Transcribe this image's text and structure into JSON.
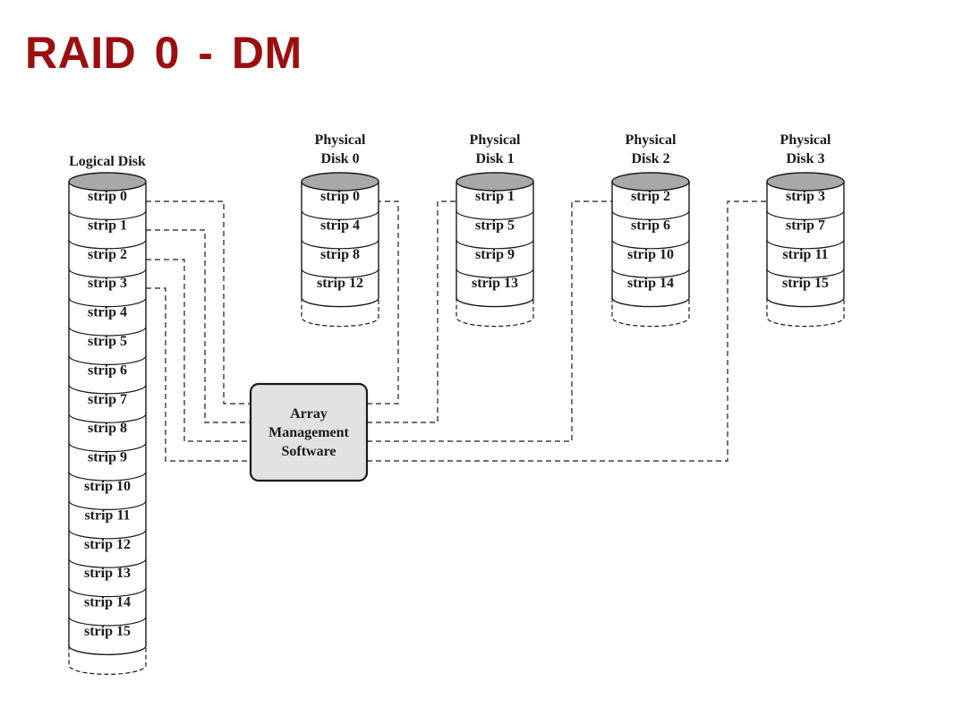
{
  "title": "RAID 0 - DM",
  "colors": {
    "title": "#9b0f0f",
    "cylinder_top": "#a8a8a8",
    "box_fill": "#e2e2e2",
    "stroke": "#1a1a1a"
  },
  "logical_disk": {
    "label": "Logical Disk",
    "strips": [
      "strip 0",
      "strip 1",
      "strip 2",
      "strip 3",
      "strip 4",
      "strip 5",
      "strip 6",
      "strip 7",
      "strip 8",
      "strip 9",
      "strip 10",
      "strip 11",
      "strip 12",
      "strip 13",
      "strip 14",
      "strip 15"
    ]
  },
  "physical_disks": [
    {
      "label_line1": "Physical",
      "label_line2": "Disk 0",
      "strips": [
        "strip 0",
        "strip 4",
        "strip 8",
        "strip 12"
      ]
    },
    {
      "label_line1": "Physical",
      "label_line2": "Disk 1",
      "strips": [
        "strip 1",
        "strip 5",
        "strip 9",
        "strip 13"
      ]
    },
    {
      "label_line1": "Physical",
      "label_line2": "Disk 2",
      "strips": [
        "strip 2",
        "strip 6",
        "strip 10",
        "strip 14"
      ]
    },
    {
      "label_line1": "Physical",
      "label_line2": "Disk 3",
      "strips": [
        "strip 3",
        "strip 7",
        "strip 11",
        "strip 15"
      ]
    }
  ],
  "array_box": {
    "lines": [
      "Array",
      "Management",
      "Software"
    ]
  }
}
